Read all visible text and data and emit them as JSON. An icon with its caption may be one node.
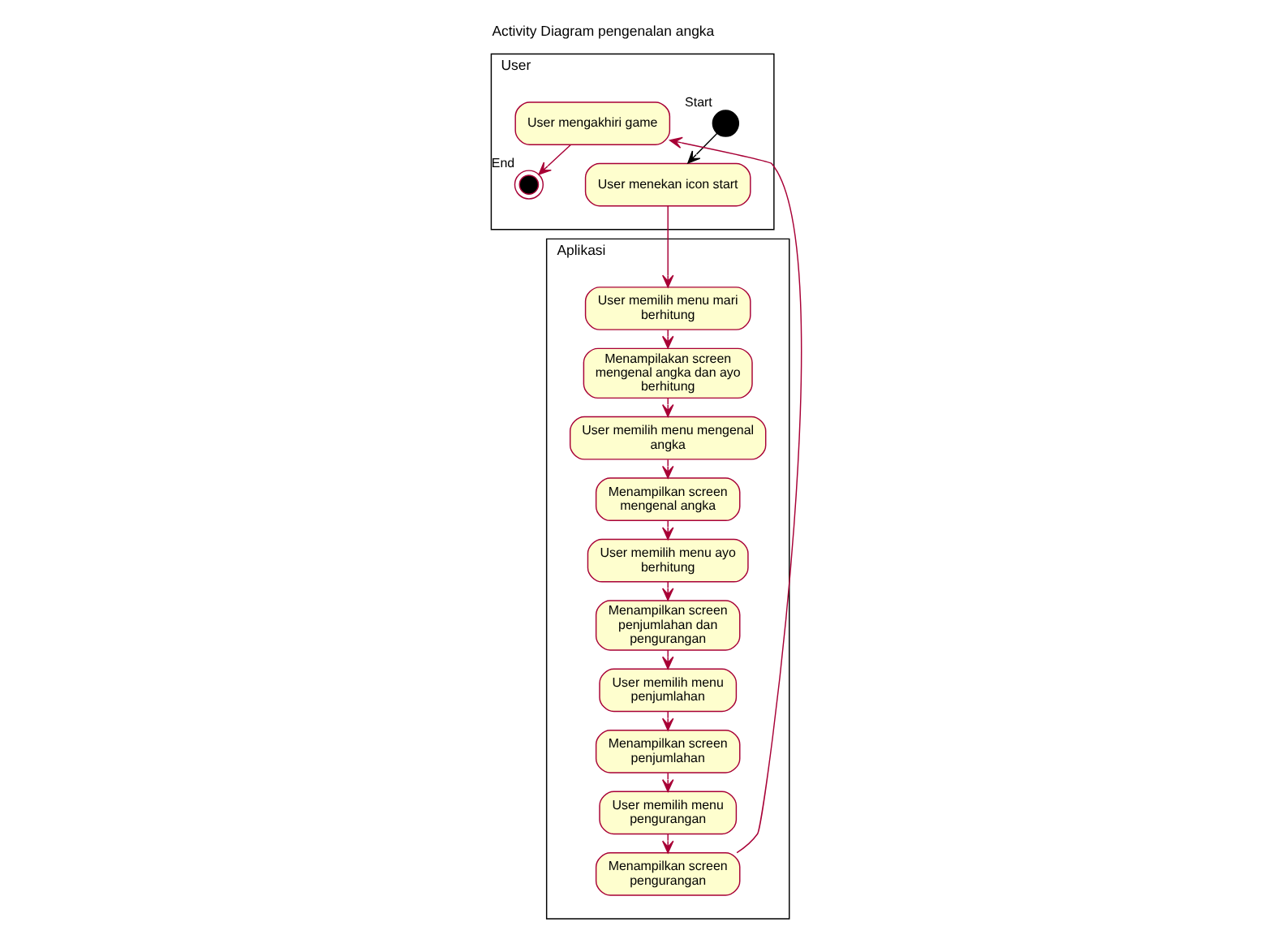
{
  "diagram": {
    "title": "Activity Diagram pengenalan angka",
    "nodes": [
      {
        "text": [
          "User"
        ]
      },
      {
        "text": [
          "Aplikasi"
        ]
      },
      {
        "text": [],
        "shape": "circle",
        "in": 0,
        "beside": [
          "Start"
        ]
      },
      {
        "text": [
          "User menekan icon start"
        ],
        "in": 0
      },
      {
        "text": [
          "User mengakhiri game"
        ],
        "in": 0
      },
      {
        "text": [],
        "shape": "circle",
        "in": 0,
        "beside": [
          "End"
        ]
      },
      {
        "text": [
          "User memilih menu mari berhitung"
        ],
        "in": 1
      },
      {
        "text": [
          "Menampilakan screen mengenal angka dan ayo berhitung"
        ],
        "in": 1
      },
      {
        "text": [
          "User memilih menu mengenal angka"
        ],
        "in": 1
      },
      {
        "text": [
          "Menampilkan screen mengenal angka"
        ],
        "in": 1
      },
      {
        "text": [
          "User memilih menu ayo berhitung"
        ],
        "in": 1
      },
      {
        "text": [
          "Menampilkan screen penjumlahan dan pengurangan"
        ],
        "in": 1
      },
      {
        "text": [
          "User memilih menu penjumlahan"
        ],
        "in": 1
      },
      {
        "text": [
          "Menampilkan screen penjumlahan"
        ],
        "in": 1
      },
      {
        "text": [
          "User memilih menu pengurangan"
        ],
        "in": 1
      },
      {
        "text": [
          "Menampilkan screen pengurangan"
        ],
        "in": 1
      }
    ],
    "edges": [
      {
        "from": 2,
        "to": 3,
        "arrow": "to",
        "color": "#000000"
      },
      {
        "from": 3,
        "to": 6,
        "arrow": "to"
      },
      {
        "from": 6,
        "to": 7,
        "arrow": "to"
      },
      {
        "from": 7,
        "to": 8,
        "arrow": "to"
      },
      {
        "from": 8,
        "to": 9,
        "arrow": "to"
      },
      {
        "from": 9,
        "to": 10,
        "arrow": "to"
      },
      {
        "from": 10,
        "to": 11,
        "arrow": "to"
      },
      {
        "from": 11,
        "to": 12,
        "arrow": "to"
      },
      {
        "from": 12,
        "to": 13,
        "arrow": "to"
      },
      {
        "from": 13,
        "to": 14,
        "arrow": "to"
      },
      {
        "from": 14,
        "to": 15,
        "arrow": "to"
      },
      {
        "from": 15,
        "to": 4,
        "arrow": "to"
      },
      {
        "from": 4,
        "to": 5,
        "arrow": "to"
      }
    ]
  }
}
